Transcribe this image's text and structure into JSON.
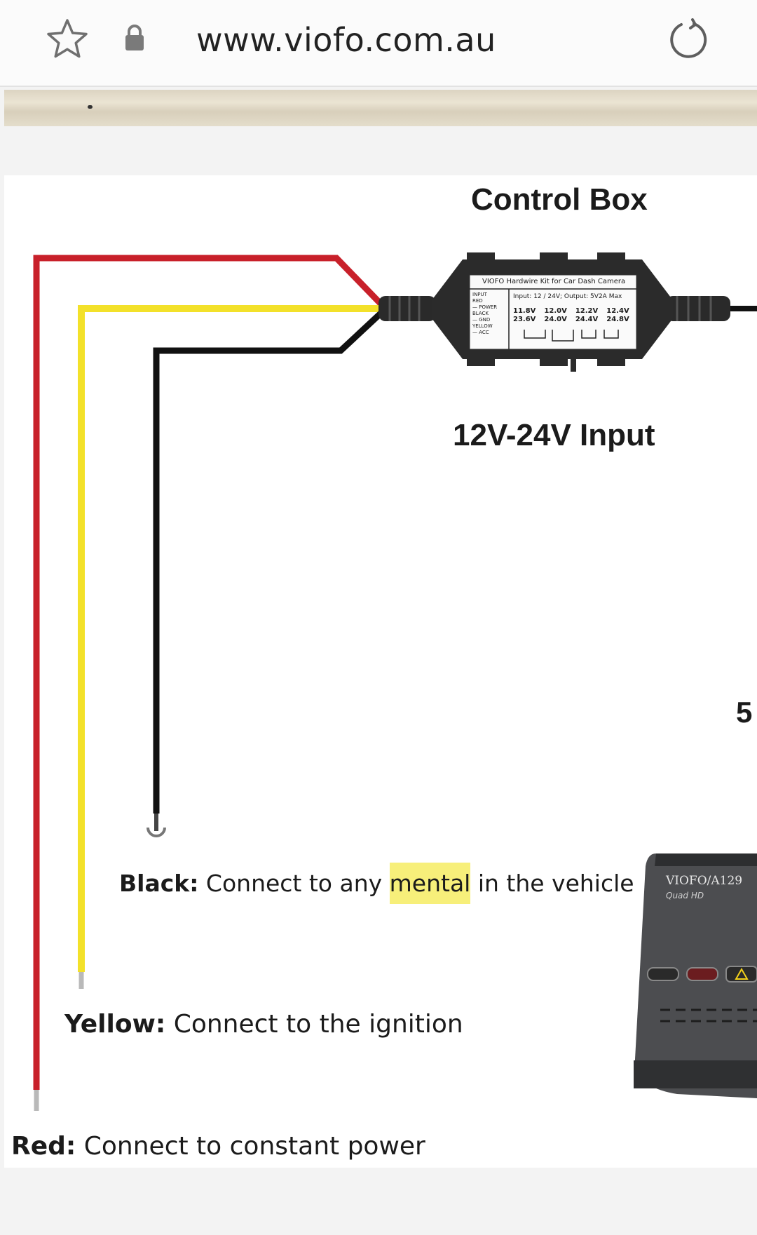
{
  "browser": {
    "url": "www.viofo.com.au",
    "icons": [
      "star-icon",
      "lock-icon",
      "reload-icon"
    ]
  },
  "figure": {
    "heading_control_box": "Control Box",
    "heading_input": "12V-24V Input",
    "side_fragment": "5",
    "control_box_label": {
      "title": "VIOFO Hardwire Kit for Car Dash Camera",
      "legend_lines": [
        "INPUT",
        "RED",
        "— POWER",
        "BLACK",
        "— GND",
        "YELLOW",
        "— ACC"
      ],
      "spec": "Input: 12 / 24V; Output: 5V2A Max",
      "row1": [
        "11.8V",
        "12.0V",
        "12.2V",
        "12.4V"
      ],
      "row2": [
        "23.6V",
        "24.0V",
        "24.4V",
        "24.8V"
      ]
    },
    "black": {
      "label": "Black:",
      "text_before": " Connect to any ",
      "text_highlight": "mental",
      "text_after": " in the vehicle"
    },
    "yellow": {
      "label": "Yellow:",
      "text": " Connect to the ignition"
    },
    "red": {
      "label": "Red:",
      "text": " Connect to constant power"
    },
    "camera": {
      "brand": "VIOFO/A129",
      "sub": "Quad HD"
    }
  },
  "colors": {
    "wire_red": "#c8202a",
    "wire_yellow": "#f3e12a",
    "wire_black": "#111111",
    "highlight": "#f7ef7a"
  }
}
